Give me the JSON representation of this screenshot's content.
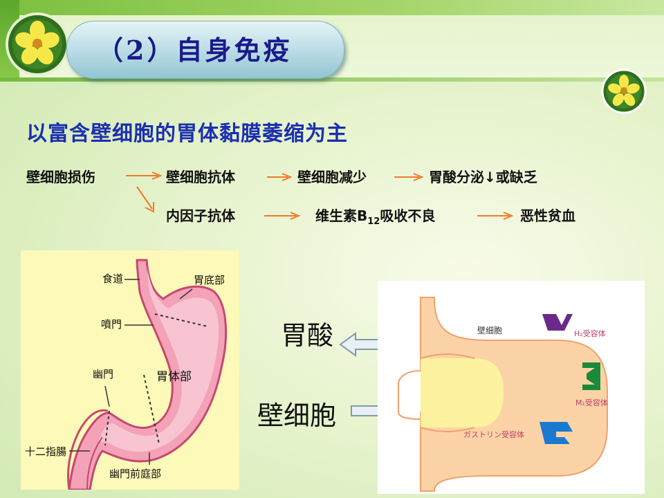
{
  "title": "（2）自身免疫",
  "heading": "以富含壁细胞的胃体黏膜萎缩为主",
  "flow": {
    "row1": [
      "壁细胞损伤",
      "壁细胞抗体",
      "壁细胞减少",
      "胃酸分泌↓或缺乏"
    ],
    "row2": [
      "内因子抗体",
      "维生素B",
      "12",
      "吸收不良",
      "恶性贫血"
    ]
  },
  "stomach_labels": {
    "esophagus": "食道",
    "fundus": "胃底部",
    "cardia": "噴門",
    "pylorus": "幽門",
    "body": "胃体部",
    "duodenum": "十二指腸",
    "antrum": "幽門前庭部"
  },
  "cell_diagram": {
    "acid_label": "胃酸",
    "parietal_label": "壁细胞",
    "cell_inner_label": "壁细胞",
    "h2": "H₂受容体",
    "m1": "M₁受容体",
    "gastrin": "ガストリン受容体"
  },
  "colors": {
    "title_text": "#1a1a8a",
    "heading_text": "#1b2fb0",
    "flow_arrow": "#f07a28",
    "stomach_pink": "#f08aa4",
    "cell_fill": "#fcd3a6",
    "h2_color": "#6a2a8a",
    "m1_color": "#1a8a3a",
    "gastrin_color": "#1a7ad0"
  }
}
